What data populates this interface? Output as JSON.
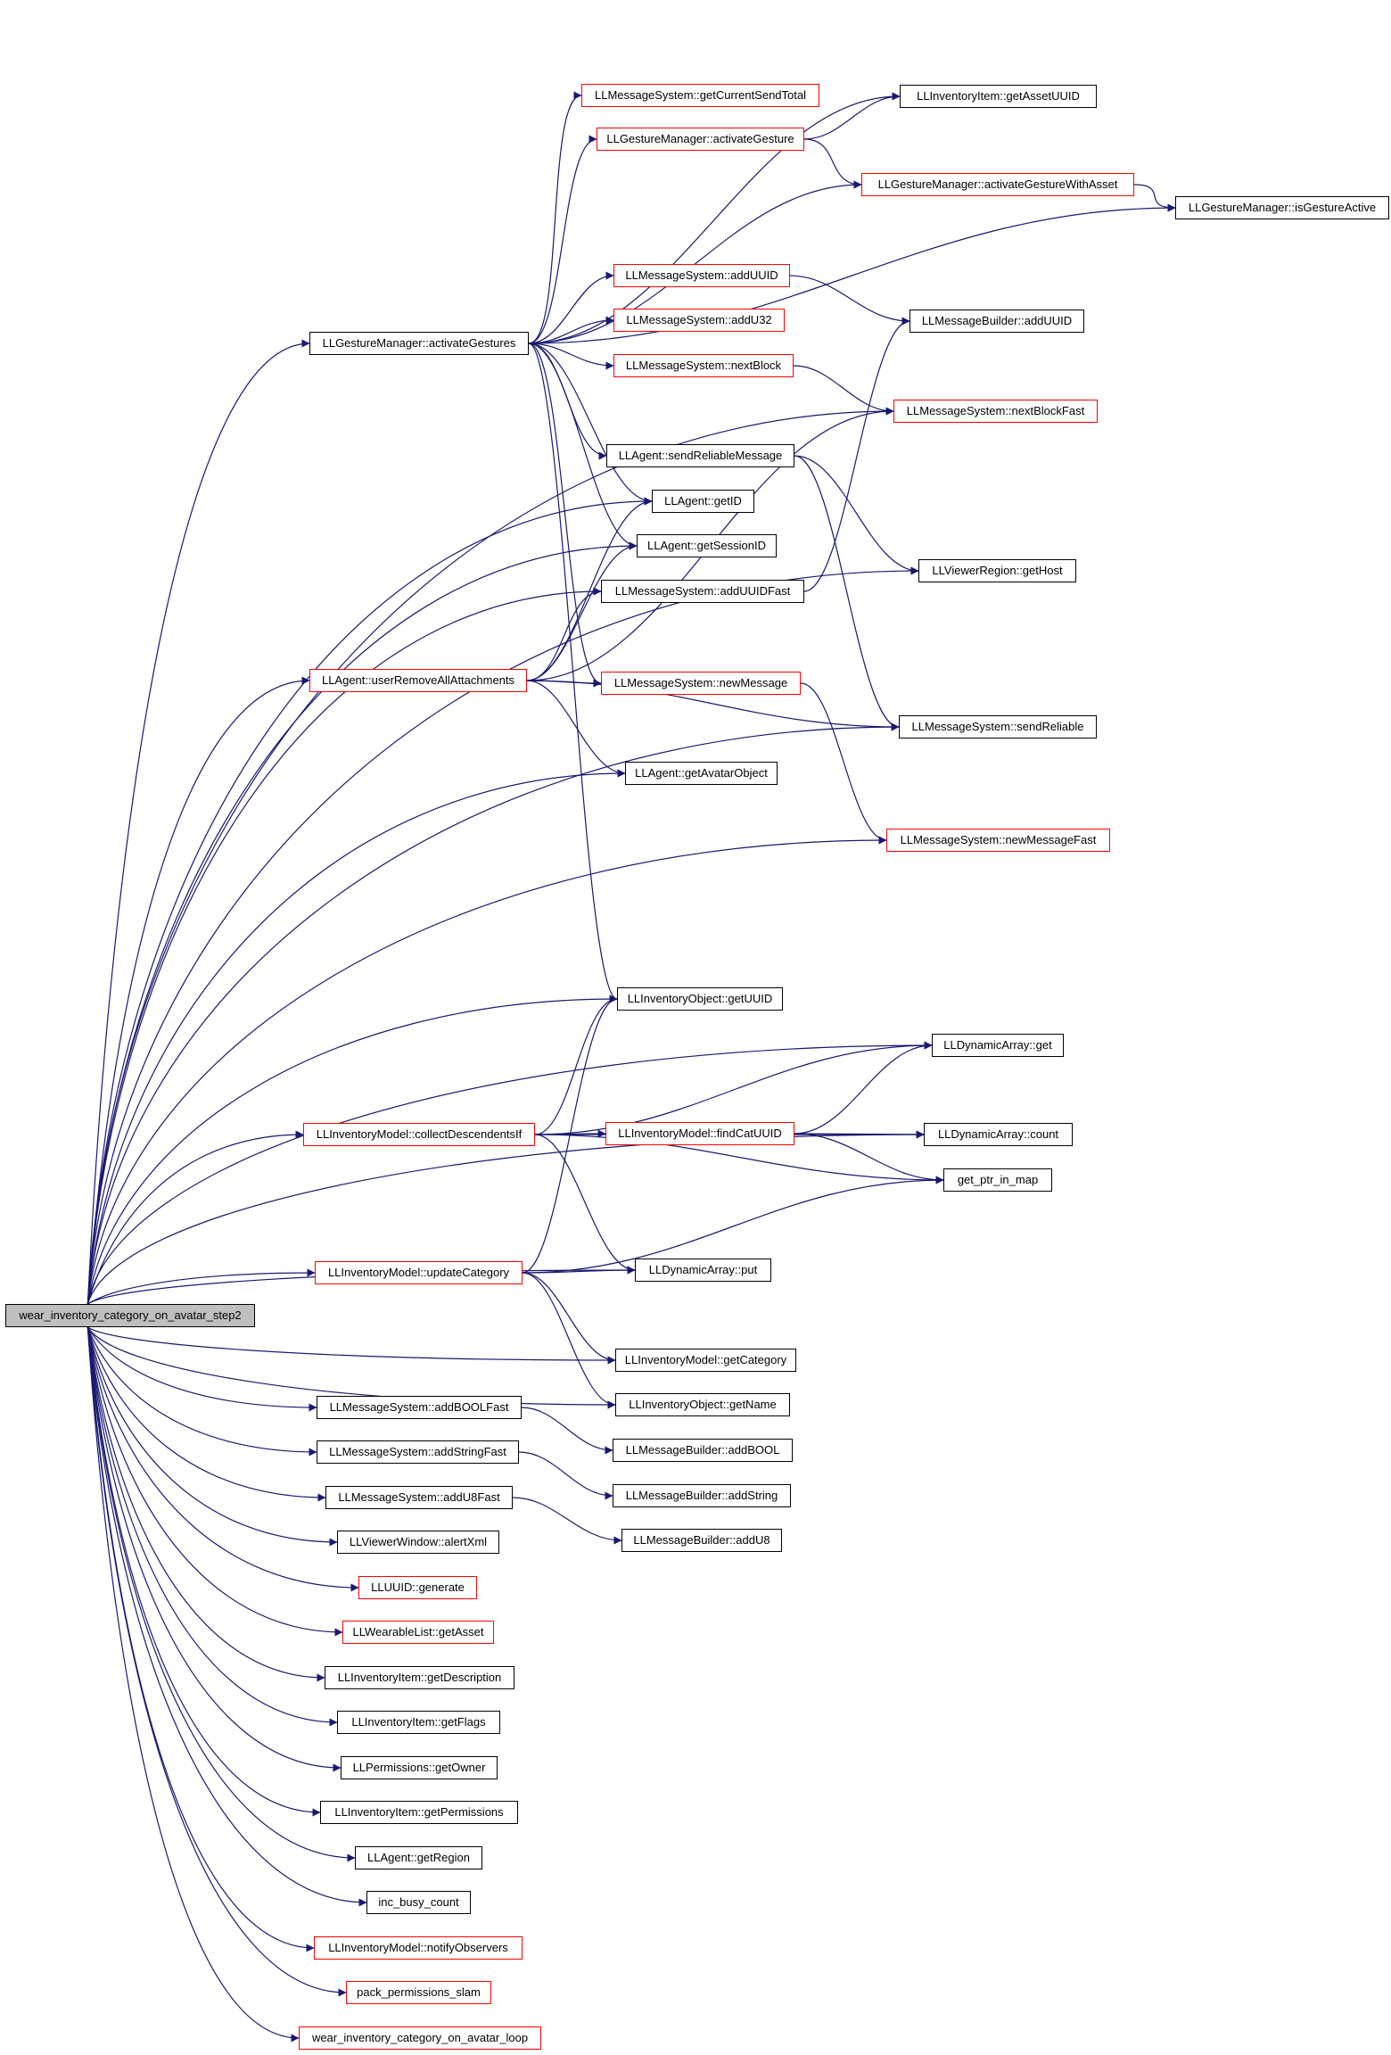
{
  "colors": {
    "edge": "#191970",
    "border": "#000000",
    "truncated_border": "#ff0000",
    "root_fill": "#bfbfbf",
    "background": "#ffffff"
  },
  "nodes": [
    {
      "id": "root",
      "label": "wear_inventory_category_on_avatar_step2",
      "style": "root"
    },
    {
      "id": "lwgestures",
      "label": "LLGestureManager::activateGestures",
      "style": "normal"
    },
    {
      "id": "uselremove",
      "label": "LLAgent::userRemoveAllAttachments",
      "style": "red"
    },
    {
      "id": "collect",
      "label": "LLInventoryModel::collectDescendentsIf",
      "style": "red"
    },
    {
      "id": "updatecat",
      "label": "LLInventoryModel::updateCategory",
      "style": "red"
    },
    {
      "id": "addboolfast",
      "label": "LLMessageSystem::addBOOLFast",
      "style": "normal"
    },
    {
      "id": "addstringfast",
      "label": "LLMessageSystem::addStringFast",
      "style": "normal"
    },
    {
      "id": "addu8fast",
      "label": "LLMessageSystem::addU8Fast",
      "style": "normal"
    },
    {
      "id": "alertxml",
      "label": "LLViewerWindow::alertXml",
      "style": "normal"
    },
    {
      "id": "generate",
      "label": "LLUUID::generate",
      "style": "red"
    },
    {
      "id": "getasset",
      "label": "LLWearableList::getAsset",
      "style": "red"
    },
    {
      "id": "getdesc",
      "label": "LLInventoryItem::getDescription",
      "style": "normal"
    },
    {
      "id": "getflags",
      "label": "LLInventoryItem::getFlags",
      "style": "normal"
    },
    {
      "id": "getowner",
      "label": "LLPermissions::getOwner",
      "style": "normal"
    },
    {
      "id": "getperms",
      "label": "LLInventoryItem::getPermissions",
      "style": "normal"
    },
    {
      "id": "getregion",
      "label": "LLAgent::getRegion",
      "style": "normal"
    },
    {
      "id": "incbusy",
      "label": "inc_busy_count",
      "style": "normal"
    },
    {
      "id": "notify",
      "label": "LLInventoryModel::notifyObservers",
      "style": "red"
    },
    {
      "id": "packperms",
      "label": "pack_permissions_slam",
      "style": "red"
    },
    {
      "id": "wearloop",
      "label": "wear_inventory_category_on_avatar_loop",
      "style": "red"
    },
    {
      "id": "getcursend",
      "label": "LLMessageSystem::getCurrentSendTotal",
      "style": "red"
    },
    {
      "id": "activategesture",
      "label": "LLGestureManager::activateGesture",
      "style": "red"
    },
    {
      "id": "msgadduuid",
      "label": "LLMessageSystem::addUUID",
      "style": "red"
    },
    {
      "id": "addu32",
      "label": "LLMessageSystem::addU32",
      "style": "red"
    },
    {
      "id": "nextblock",
      "label": "LLMessageSystem::nextBlock",
      "style": "red"
    },
    {
      "id": "sendreliablemsg",
      "label": "LLAgent::sendReliableMessage",
      "style": "normal"
    },
    {
      "id": "getid",
      "label": "LLAgent::getID",
      "style": "normal"
    },
    {
      "id": "getsessionid",
      "label": "LLAgent::getSessionID",
      "style": "normal"
    },
    {
      "id": "adduuidfast",
      "label": "LLMessageSystem::addUUIDFast",
      "style": "normal"
    },
    {
      "id": "newmessage",
      "label": "LLMessageSystem::newMessage",
      "style": "red"
    },
    {
      "id": "getavatarobj",
      "label": "LLAgent::getAvatarObject",
      "style": "normal"
    },
    {
      "id": "objgetuuid",
      "label": "LLInventoryObject::getUUID",
      "style": "normal"
    },
    {
      "id": "findcatuuid",
      "label": "LLInventoryModel::findCatUUID",
      "style": "red"
    },
    {
      "id": "dynput",
      "label": "LLDynamicArray::put",
      "style": "normal"
    },
    {
      "id": "getcategory",
      "label": "LLInventoryModel::getCategory",
      "style": "normal"
    },
    {
      "id": "objgetname",
      "label": "LLInventoryObject::getName",
      "style": "normal"
    },
    {
      "id": "mbaddbool",
      "label": "LLMessageBuilder::addBOOL",
      "style": "normal"
    },
    {
      "id": "mbaddstring",
      "label": "LLMessageBuilder::addString",
      "style": "normal"
    },
    {
      "id": "mbaddu8",
      "label": "LLMessageBuilder::addU8",
      "style": "normal"
    },
    {
      "id": "itemgetasset",
      "label": "LLInventoryItem::getAssetUUID",
      "style": "normal"
    },
    {
      "id": "activategesturewa",
      "label": "LLGestureManager::activateGestureWithAsset",
      "style": "red"
    },
    {
      "id": "isgestureactive",
      "label": "LLGestureManager::isGestureActive",
      "style": "normal"
    },
    {
      "id": "mbadduuid",
      "label": "LLMessageBuilder::addUUID",
      "style": "normal"
    },
    {
      "id": "nextblockfast",
      "label": "LLMessageSystem::nextBlockFast",
      "style": "red"
    },
    {
      "id": "gethost",
      "label": "LLViewerRegion::getHost",
      "style": "normal"
    },
    {
      "id": "sendreliable",
      "label": "LLMessageSystem::sendReliable",
      "style": "normal"
    },
    {
      "id": "newmessagefast",
      "label": "LLMessageSystem::newMessageFast",
      "style": "red"
    },
    {
      "id": "dynget",
      "label": "LLDynamicArray::get",
      "style": "normal"
    },
    {
      "id": "dyncount",
      "label": "LLDynamicArray::count",
      "style": "normal"
    },
    {
      "id": "getptr",
      "label": "get_ptr_in_map",
      "style": "normal"
    }
  ],
  "edges": [
    [
      "root",
      "lwgestures"
    ],
    [
      "root",
      "uselremove"
    ],
    [
      "root",
      "collect"
    ],
    [
      "root",
      "updatecat"
    ],
    [
      "root",
      "addboolfast"
    ],
    [
      "root",
      "addstringfast"
    ],
    [
      "root",
      "addu8fast"
    ],
    [
      "root",
      "alertxml"
    ],
    [
      "root",
      "generate"
    ],
    [
      "root",
      "getasset"
    ],
    [
      "root",
      "getdesc"
    ],
    [
      "root",
      "getflags"
    ],
    [
      "root",
      "getowner"
    ],
    [
      "root",
      "getperms"
    ],
    [
      "root",
      "getregion"
    ],
    [
      "root",
      "incbusy"
    ],
    [
      "root",
      "notify"
    ],
    [
      "root",
      "packperms"
    ],
    [
      "root",
      "wearloop"
    ],
    [
      "root",
      "nextblockfast"
    ],
    [
      "root",
      "getid"
    ],
    [
      "root",
      "getsessionid"
    ],
    [
      "root",
      "adduuidfast"
    ],
    [
      "root",
      "getavatarobj"
    ],
    [
      "root",
      "gethost"
    ],
    [
      "root",
      "sendreliable"
    ],
    [
      "root",
      "newmessagefast"
    ],
    [
      "root",
      "objgetuuid"
    ],
    [
      "root",
      "dynget"
    ],
    [
      "root",
      "dyncount"
    ],
    [
      "root",
      "dynput"
    ],
    [
      "root",
      "getcategory"
    ],
    [
      "root",
      "objgetname"
    ],
    [
      "lwgestures",
      "getcursend"
    ],
    [
      "lwgestures",
      "activategesture"
    ],
    [
      "lwgestures",
      "activategesturewa"
    ],
    [
      "lwgestures",
      "isgestureactive"
    ],
    [
      "lwgestures",
      "itemgetasset"
    ],
    [
      "lwgestures",
      "msgadduuid"
    ],
    [
      "lwgestures",
      "addu32"
    ],
    [
      "lwgestures",
      "nextblock"
    ],
    [
      "lwgestures",
      "sendreliablemsg"
    ],
    [
      "lwgestures",
      "getid"
    ],
    [
      "lwgestures",
      "getsessionid"
    ],
    [
      "lwgestures",
      "newmessage"
    ],
    [
      "lwgestures",
      "objgetuuid"
    ],
    [
      "activategesture",
      "itemgetasset"
    ],
    [
      "activategesture",
      "activategesturewa"
    ],
    [
      "activategesturewa",
      "isgestureactive"
    ],
    [
      "msgadduuid",
      "mbadduuid"
    ],
    [
      "nextblock",
      "nextblockfast"
    ],
    [
      "sendreliablemsg",
      "gethost"
    ],
    [
      "sendreliablemsg",
      "sendreliable"
    ],
    [
      "adduuidfast",
      "mbadduuid"
    ],
    [
      "newmessage",
      "newmessagefast"
    ],
    [
      "uselremove",
      "getid"
    ],
    [
      "uselremove",
      "getsessionid"
    ],
    [
      "uselremove",
      "adduuidfast"
    ],
    [
      "uselremove",
      "newmessage"
    ],
    [
      "uselremove",
      "nextblockfast"
    ],
    [
      "uselremove",
      "sendreliable"
    ],
    [
      "uselremove",
      "getavatarobj"
    ],
    [
      "collect",
      "objgetuuid"
    ],
    [
      "collect",
      "dynget"
    ],
    [
      "collect",
      "findcatuuid"
    ],
    [
      "collect",
      "dyncount"
    ],
    [
      "collect",
      "getptr"
    ],
    [
      "collect",
      "dynput"
    ],
    [
      "findcatuuid",
      "dynget"
    ],
    [
      "findcatuuid",
      "dyncount"
    ],
    [
      "findcatuuid",
      "getptr"
    ],
    [
      "updatecat",
      "objgetuuid"
    ],
    [
      "updatecat",
      "dynput"
    ],
    [
      "updatecat",
      "getptr"
    ],
    [
      "updatecat",
      "getcategory"
    ],
    [
      "updatecat",
      "objgetname"
    ],
    [
      "addboolfast",
      "mbaddbool"
    ],
    [
      "addstringfast",
      "mbaddstring"
    ],
    [
      "addu8fast",
      "mbaddu8"
    ]
  ]
}
